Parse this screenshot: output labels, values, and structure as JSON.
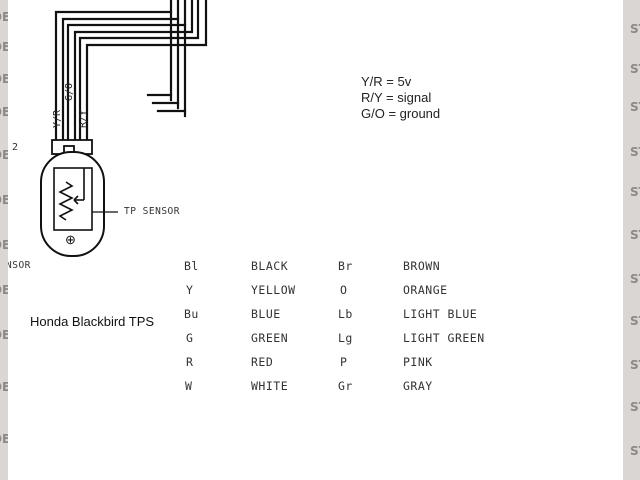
{
  "left_edge_fragments": [
    "DEF",
    "DEF",
    "DEF",
    "DEF",
    "DEF",
    "DEF",
    "DEF",
    "DEF",
    "DEF",
    "DEF",
    "DEF"
  ],
  "right_edge_fragments": [
    "STO",
    "STO",
    "STO",
    "STO",
    "STO",
    "STO",
    "STO",
    "STO",
    "STO",
    "STO",
    "STO"
  ],
  "notes": [
    "Y/R = 5v",
    "R/Y = signal",
    "G/O = ground"
  ],
  "caption": "Honda Blackbird TPS",
  "diagram": {
    "wire_labels": [
      "Y/R",
      "G/O",
      "R/Y"
    ],
    "sensor_label": "TP SENSOR",
    "ground_symbol": "⊕",
    "side_number": "2",
    "partial_label": "NSOR"
  },
  "color_code_legend": [
    {
      "code": "Bl",
      "color": "BLACK",
      "code2": "Br",
      "color2": "BROWN"
    },
    {
      "code": "Y",
      "color": "YELLOW",
      "code2": "O",
      "color2": "ORANGE"
    },
    {
      "code": "Bu",
      "color": "BLUE",
      "code2": "Lb",
      "color2": "LIGHT BLUE"
    },
    {
      "code": "G",
      "color": "GREEN",
      "code2": "Lg",
      "color2": "LIGHT GREEN"
    },
    {
      "code": "R",
      "color": "RED",
      "code2": "P",
      "color2": "PINK"
    },
    {
      "code": "W",
      "color": "WHITE",
      "code2": "Gr",
      "color2": "GRAY"
    }
  ]
}
